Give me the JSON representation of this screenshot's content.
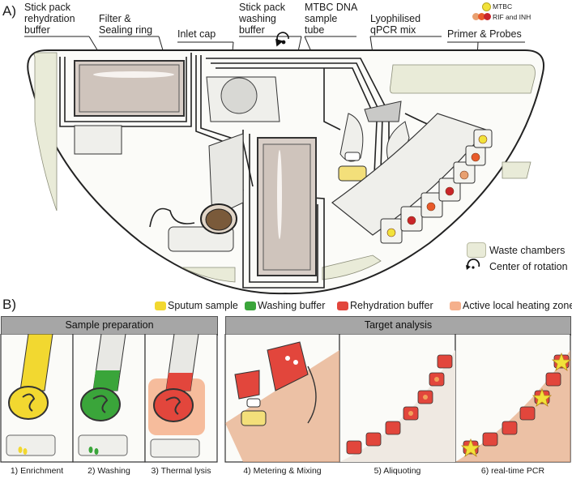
{
  "panel_a": {
    "letter": "A)",
    "labels": {
      "stick_pack_rehydration": "Stick pack\nrehydration\nbuffer",
      "filter_sealing": "Filter &\nSealing ring",
      "inlet_cap": "Inlet cap",
      "stick_pack_washing": "Stick pack\nwashing\nbuffer",
      "mtbc_dna_tube": "MTBC DNA\nsample\ntube",
      "lyophilised_qpcr": "Lyophilised\nqPCR mix",
      "primer_probes": "Primer & Probes"
    },
    "probe_legend": {
      "mtbc": "MTBC",
      "rif_inh": "RIF and INH"
    },
    "legend": {
      "waste": "Waste chambers",
      "rotation": "Center of rotation"
    },
    "colors": {
      "waste": "#e9ebd8",
      "mtbc": "#f2e23a",
      "rif": "#e85a2a",
      "inh": "#c9252a",
      "pack": "#d2c7c0"
    }
  },
  "panel_b": {
    "letter": "B)",
    "legend": [
      {
        "label": "Sputum sample",
        "color": "#f2d830"
      },
      {
        "label": "Washing buffer",
        "color": "#3aa53a"
      },
      {
        "label": "Rehydration buffer",
        "color": "#e2463c"
      },
      {
        "label": "Active local heating zone",
        "color": "#f5b08c"
      }
    ],
    "groups": {
      "sample_prep": "Sample preparation",
      "target_analysis": "Target analysis"
    },
    "steps": [
      "1) Enrichment",
      "2) Washing",
      "3) Thermal lysis",
      "4) Metering & Mixing",
      "5) Aliquoting",
      "6) real-time PCR"
    ]
  }
}
